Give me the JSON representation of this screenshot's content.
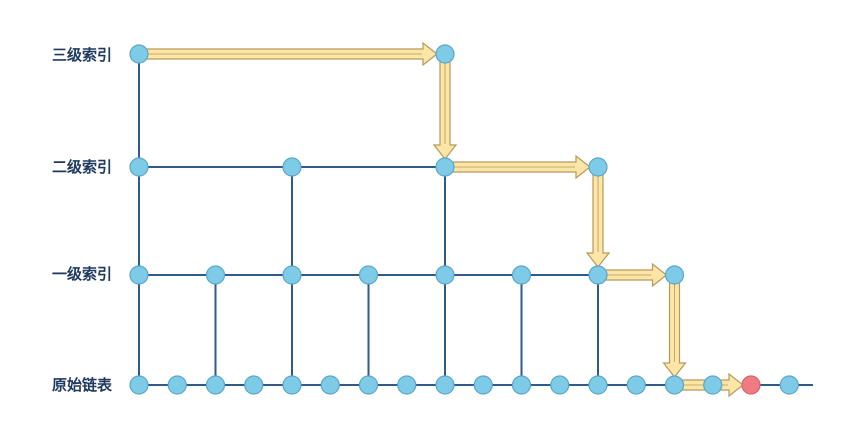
{
  "levels": [
    {
      "label": "三级索引",
      "nodes": [
        0,
        8
      ]
    },
    {
      "label": "二级索引",
      "nodes": [
        0,
        4,
        8,
        12
      ]
    },
    {
      "label": "一级索引",
      "nodes": [
        0,
        2,
        4,
        6,
        8,
        10,
        12,
        14
      ]
    },
    {
      "label": "原始链表",
      "nodes": [
        0,
        1,
        2,
        3,
        4,
        5,
        6,
        7,
        8,
        9,
        10,
        11,
        12,
        13,
        14,
        15,
        16,
        17
      ]
    }
  ],
  "target_node": 16,
  "search_path": [
    {
      "level": 0,
      "node": 0
    },
    {
      "level": 0,
      "node": 8
    },
    {
      "level": 1,
      "node": 8
    },
    {
      "level": 1,
      "node": 12
    },
    {
      "level": 2,
      "node": 12
    },
    {
      "level": 2,
      "node": 14
    },
    {
      "level": 3,
      "node": 14
    },
    {
      "level": 3,
      "node": 16
    }
  ],
  "colors": {
    "line": "#2f5a8a",
    "node_fill": "#7ecbe8",
    "node_stroke": "#5aa6c8",
    "target_fill": "#f07b82",
    "target_stroke": "#d6626a",
    "arrow_fill": "#fbe6a8",
    "arrow_stroke": "#b8995a",
    "label": "#1f3a5f"
  }
}
